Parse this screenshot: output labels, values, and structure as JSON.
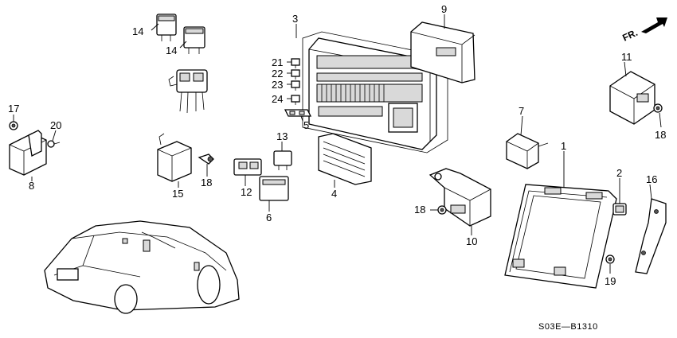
{
  "callouts": {
    "p1": "1",
    "p2": "2",
    "p3": "3",
    "p4": "4",
    "p5": "5",
    "p6": "6",
    "p7": "7",
    "p8": "8",
    "p9": "9",
    "p10": "10",
    "p11": "11",
    "p12": "12",
    "p13": "13",
    "p14a": "14",
    "p14b": "14",
    "p15": "15",
    "p16": "16",
    "p17": "17",
    "p18a": "18",
    "p18b": "18",
    "p18c": "18",
    "p19": "19",
    "p20": "20",
    "p21": "21",
    "p22": "22",
    "p23": "23",
    "p24": "24"
  },
  "direction_label": "FR.",
  "diagram_code": "S03E—B1310"
}
